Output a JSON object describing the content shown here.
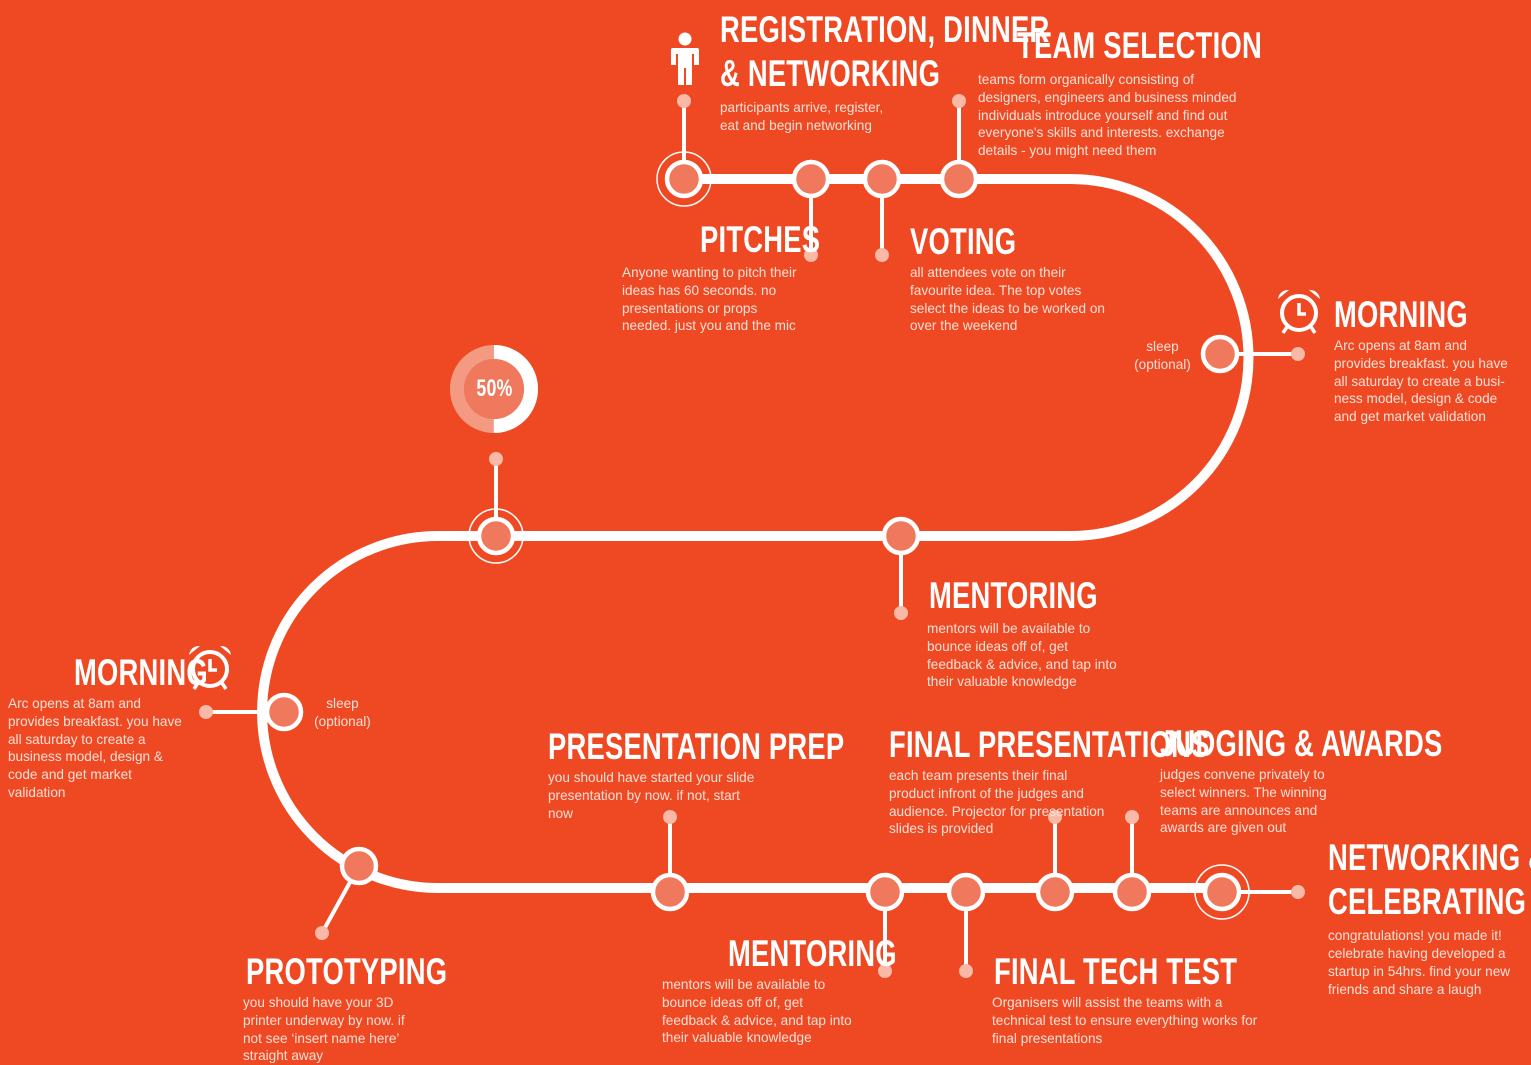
{
  "steps": {
    "registration": {
      "title_l1": "REGISTRATION, DINNER",
      "title_l2": "& NETWORKING",
      "desc": "participants arrive, register, eat and begin networking"
    },
    "team_selection": {
      "title": "TEAM SELECTION",
      "desc": "teams form organically consisting of designers, engineers and business minded individuals introduce yourself and find out everyone's skills and interests. exchange details - you might need them"
    },
    "pitches": {
      "title": "PITCHES",
      "desc": "Anyone wanting to pitch their ideas has 60 seconds. no presentations or props needed. just you and the mic"
    },
    "voting": {
      "title": "VOTING",
      "desc": "all attendees vote on their favourite idea. The top votes select the ideas to be worked on over the weekend"
    },
    "morning_right": {
      "title": "MORNING",
      "desc": "Arc opens at 8am and provides breakfast. you have all saturday to create a busi-ness model, design & code and get market validation"
    },
    "sleep_right": {
      "line1": "sleep",
      "line2": "(optional)"
    },
    "progress": {
      "value": 50,
      "label": "50%"
    },
    "mentoring_top": {
      "title": "MENTORING",
      "desc": "mentors will be available to bounce ideas off of, get feedback & advice, and tap into their valuable knowledge"
    },
    "morning_left": {
      "title": "MORNING",
      "desc": "Arc opens at 8am and provides breakfast. you have all saturday to create a business model, design & code and get market validation"
    },
    "sleep_left": {
      "line1": "sleep",
      "line2": "(optional)"
    },
    "presentation_prep": {
      "title": "PRESENTATION PREP",
      "desc": "you should have started your slide presentation by now. if not, start now"
    },
    "final_presentations": {
      "title": "FINAL PRESENTATIONS",
      "desc": "each team presents their final product infront of the judges and audience. Projector for presentation slides is provided"
    },
    "judging": {
      "title": "JUDGING & AWARDS",
      "desc": "judges convene privately to select winners. The winning teams are announces and awards are given out"
    },
    "networking": {
      "title_l1": "NETWORKING &",
      "title_l2": "CELEBRATING",
      "desc": "congratulations! you made it! celebrate having developed a startup in 54hrs. find your new friends and share a laugh"
    },
    "prototyping": {
      "title": "PROTOTYPING",
      "desc": "you should have your 3D printer underway by now. if not see ‘insert name here’ straight away"
    },
    "mentoring_bottom": {
      "title": "MENTORING",
      "desc": "mentors will be available to bounce ideas off of, get feedback & advice, and tap into their valuable knowledge"
    },
    "final_tech_test": {
      "title": "FINAL TECH TEST",
      "desc": "Organisers will assist the teams with a technical test to ensure everything works for final presentations"
    }
  },
  "icons": {
    "person": "person-icon",
    "alarm": "alarm-clock-icon"
  },
  "colors": {
    "background": "#EE4923",
    "track": "#FFFFFF",
    "node_fill": "#F0785C",
    "stem_dot": "#F9B9A6",
    "description": "#FCE0D6",
    "progress_remaining": "#F0785C"
  }
}
